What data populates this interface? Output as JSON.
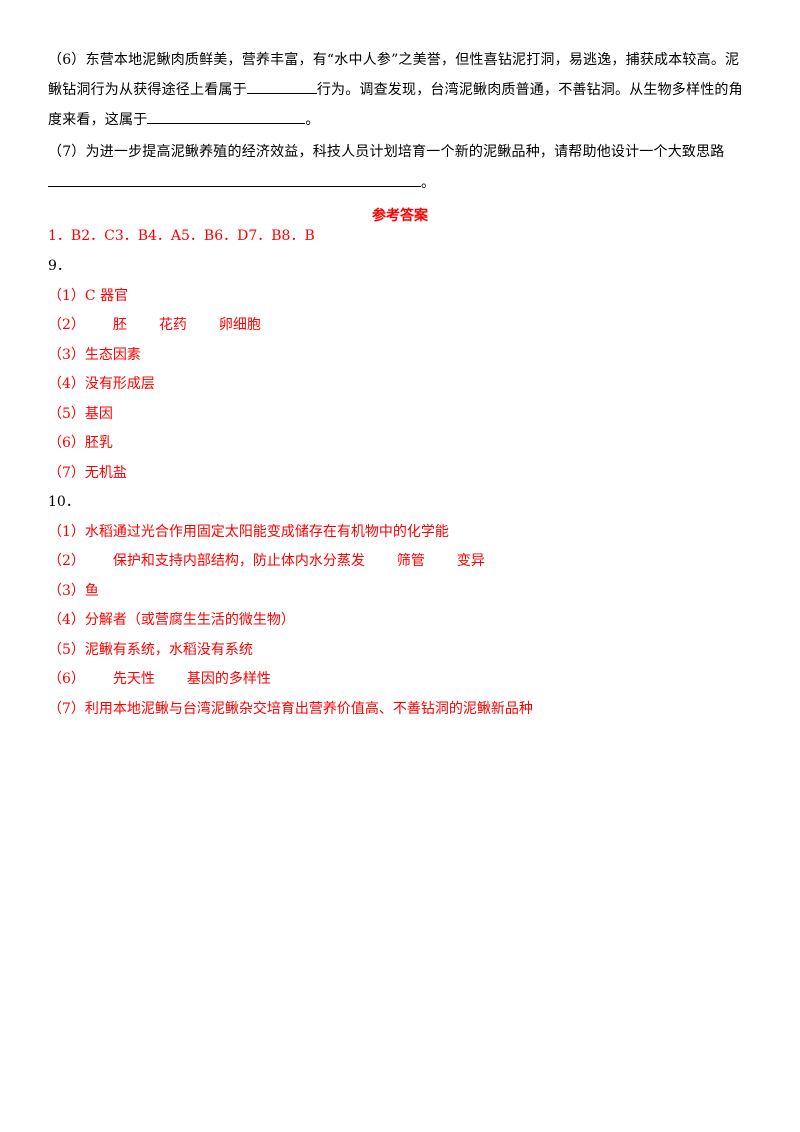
{
  "question6": {
    "line1": "（6）东营本地泥鳅肉质鲜美，营养丰富，有“水中人参”之美誉，但性喜钻泥打洞，易逃逸，捕获成本较高。泥",
    "line2a": "鳅钻洞行为从获得途径上看属于",
    "line2b": "行为。调查发现，台湾泥鳅肉质普通，不善钻洞。从生物多样性的角",
    "line3a": "度来看，这属于",
    "line3b": "。"
  },
  "question7": {
    "line1": "（7）为进一步提高泥鳅养殖的经济效益，科技人员计划培育一个新的泥鳅品种，请帮助他设计一个大致思路",
    "line2b": "。"
  },
  "answers": {
    "title": "参考答案",
    "mc": "1．B2．C3．B4．A5．B6．D7．B8．B",
    "q9_label": "9．",
    "q9": [
      {
        "num": "（1）",
        "parts": [
          "C 器官"
        ]
      },
      {
        "num": "（2）",
        "parts": [
          "胚",
          "花药",
          "卵细胞"
        ]
      },
      {
        "num": "（3）",
        "parts": [
          "生态因素"
        ]
      },
      {
        "num": "（4）",
        "parts": [
          "没有形成层"
        ]
      },
      {
        "num": "（5）",
        "parts": [
          "基因"
        ]
      },
      {
        "num": "（6）",
        "parts": [
          "胚乳"
        ]
      },
      {
        "num": "（7）",
        "parts": [
          "无机盐"
        ]
      }
    ],
    "q10_label": "10．",
    "q10": [
      {
        "num": "（1）",
        "parts": [
          "水稻通过光合作用固定太阳能变成储存在有机物中的化学能"
        ]
      },
      {
        "num": "（2）",
        "parts": [
          "保护和支持内部结构，防止体内水分蒸发",
          "筛管",
          "变异"
        ]
      },
      {
        "num": "（3）",
        "parts": [
          "鱼"
        ]
      },
      {
        "num": "（4）",
        "parts": [
          "分解者（或营腐生生活的微生物）"
        ]
      },
      {
        "num": "（5）",
        "parts": [
          "泥鳅有系统，水稻没有系统"
        ]
      },
      {
        "num": "（6）",
        "parts": [
          "先天性",
          "基因的多样性"
        ]
      },
      {
        "num": "（7）",
        "parts": [
          "利用本地泥鳅与台湾泥鳅杂交培育出营养价值高、不善钻洞的泥鳅新品种"
        ]
      }
    ]
  }
}
